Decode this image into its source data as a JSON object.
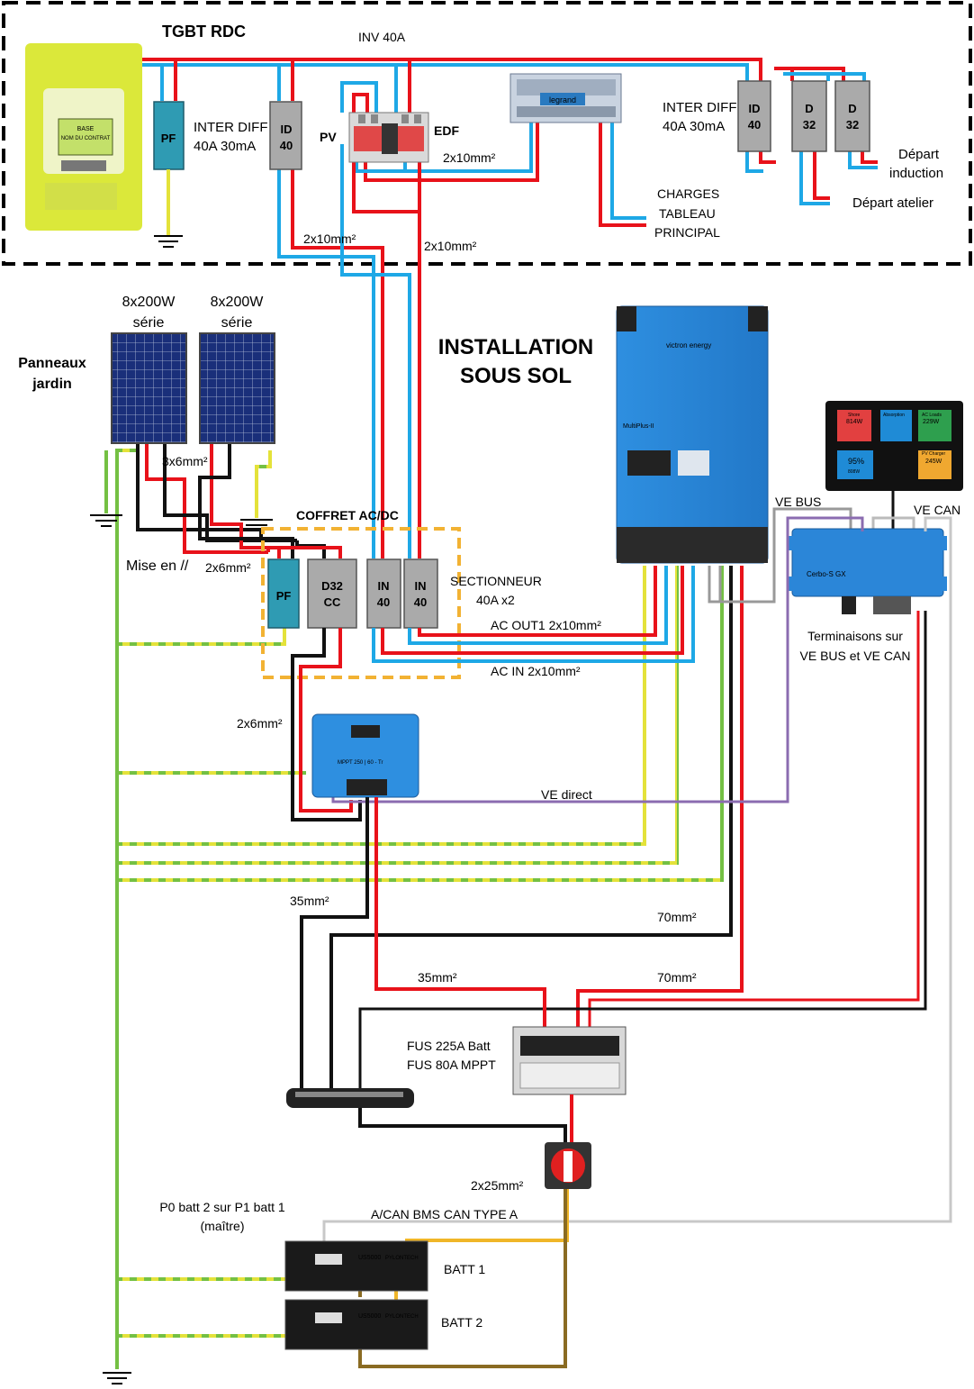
{
  "colors": {
    "live": "#e8121a",
    "neutral": "#1ea8e6",
    "dc_negative": "#111111",
    "earth_green": "#74c043",
    "earth_yellow": "#e4e23a",
    "ve_bus": "#999999",
    "ve_can": "#bbbbbb",
    "ve_direct": "#8b6cb0",
    "bms_can": "#c8c8c8",
    "batt_pos": "#f0b628",
    "batt_neg": "#8a6b22",
    "switch_box": "#aaaaaa",
    "coffret": "#f2b233",
    "protection_box": "#2f9bb3",
    "victron": "#2b86d8",
    "linky": "#dbe83a"
  },
  "tgbt": {
    "title": "TGBT RDC",
    "inv_label": "INV 40A",
    "pf": "PF",
    "inter_diff_left": [
      "INTER DIFF",
      "40A 30mA"
    ],
    "id_left": [
      "ID",
      "40"
    ],
    "pv": "PV",
    "edf": "EDF",
    "cable_2x10_a": "2x10mm²",
    "cable_2x10_b": "2x10mm²",
    "cable_2x10_c": "2x10mm²",
    "inter_diff_right": [
      "INTER DIFF",
      "40A 30mA"
    ],
    "id_right": [
      "ID",
      "40"
    ],
    "d32_a": [
      "D",
      "32"
    ],
    "d32_b": [
      "D",
      "32"
    ],
    "depart_induction": [
      "Départ",
      "induction"
    ],
    "depart_atelier": "Départ atelier",
    "charges": [
      "CHARGES",
      "TABLEAU",
      "PRINCIPAL"
    ],
    "meter_screen": [
      "BASE",
      "NOM DU CONTRAT"
    ]
  },
  "install": {
    "title": [
      "INSTALLATION",
      "SOUS SOL"
    ],
    "panels_label": [
      "Panneaux",
      "jardin"
    ],
    "panel_1": [
      "8x200W",
      "série"
    ],
    "panel_2": [
      "8x200W",
      "série"
    ],
    "cable_3x6": "3x6mm²",
    "mise_en": "Mise en //",
    "cable_2x6_a": "2x6mm²",
    "coffret_title": "COFFRET AC/DC",
    "pf": "PF",
    "d32cc": [
      "D32",
      "CC"
    ],
    "in40_a": [
      "IN",
      "40"
    ],
    "in40_b": [
      "IN",
      "40"
    ],
    "sectionneur": [
      "SECTIONNEUR",
      "40A x2"
    ],
    "ac_out1": "AC OUT1 2x10mm²",
    "ac_in": "AC IN 2x10mm²",
    "cable_2x6_b": "2x6mm²",
    "ve_bus": "VE BUS",
    "ve_can": "VE CAN",
    "terminaisons": [
      "Terminaisons sur",
      "VE BUS et VE CAN"
    ],
    "ve_direct": "VE direct",
    "cable_35_a": "35mm²",
    "cable_70_a": "70mm²",
    "cable_35_b": "35mm²",
    "cable_70_b": "70mm²",
    "fus": [
      "FUS 225A Batt",
      "FUS 80A MPPT"
    ],
    "cable_2x25": "2x25mm²",
    "p0": [
      "P0 batt 2 sur P1 batt 1",
      "(maître)"
    ],
    "bms": "A/CAN BMS CAN TYPE A",
    "batt1": "BATT 1",
    "batt2": "BATT 2"
  },
  "devices": {
    "inverter_brand": "victron energy",
    "inverter_model": "MultiPlus-II",
    "mppt_model": "MPPT 250 | 60 - Tr",
    "cerbo_model": "Cerbo-S GX",
    "busbar_brand": "legrand",
    "battery_model": "US5000",
    "battery_brand": "PYLONTECH"
  },
  "gx_screen": {
    "shore_label": "Shore",
    "shore_value": "814W",
    "absorption_label": "Absorption",
    "ac_loads_label": "AC Loads",
    "ac_loads_value": "229W",
    "soc": "95%",
    "dc_value": "808W",
    "pv_label": "PV Charger",
    "pv_value": "245W"
  }
}
